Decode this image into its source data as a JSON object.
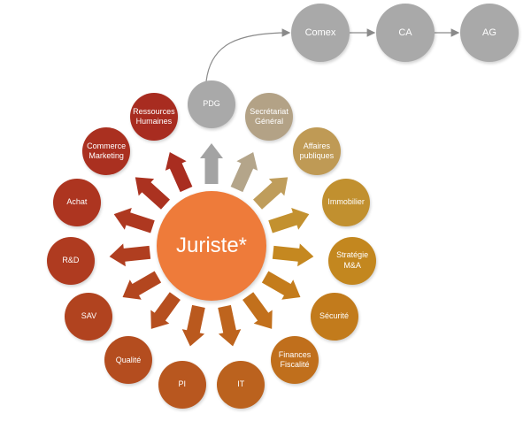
{
  "center": {
    "label": "Juriste*",
    "color": "#ee7b3a"
  },
  "ring_nodes": [
    {
      "label": "PDG",
      "color": "#a9a9a9"
    },
    {
      "label": "Secrétariat\nGénéral",
      "color": "#b3a286"
    },
    {
      "label": "Affaires\npubliques",
      "color": "#bf9a55"
    },
    {
      "label": "Immobilier",
      "color": "#c1902f"
    },
    {
      "label": "Stratégie\nM&A",
      "color": "#c3871f"
    },
    {
      "label": "Sécurité",
      "color": "#c27b1c"
    },
    {
      "label": "Finances\nFiscalité",
      "color": "#c06f1c"
    },
    {
      "label": "IT",
      "color": "#bb621e"
    },
    {
      "label": "PI",
      "color": "#b8571f"
    },
    {
      "label": "Qualité",
      "color": "#b44d1f"
    },
    {
      "label": "SAV",
      "color": "#b1431f"
    },
    {
      "label": "R&D",
      "color": "#af3b20"
    },
    {
      "label": "Achat",
      "color": "#ad3520"
    },
    {
      "label": "Commerce\nMarketing",
      "color": "#aa3020"
    },
    {
      "label": "Ressources\nHumaines",
      "color": "#a82c20"
    }
  ],
  "arrow_colors": [
    "#a3a3a3",
    "#b4a58a",
    "#bf9d5b",
    "#c3912f",
    "#c58820",
    "#c47c1c",
    "#c2701c",
    "#be641d",
    "#ba591e",
    "#b64f1f",
    "#b3461f",
    "#b03e20",
    "#ae3820",
    "#ab3220",
    "#a92d20"
  ],
  "governance": [
    {
      "label": "Comex",
      "color": "#a9a9a9"
    },
    {
      "label": "CA",
      "color": "#a9a9a9"
    },
    {
      "label": "AG",
      "color": "#a9a9a9"
    }
  ],
  "connector_color": "#8a8a8a"
}
